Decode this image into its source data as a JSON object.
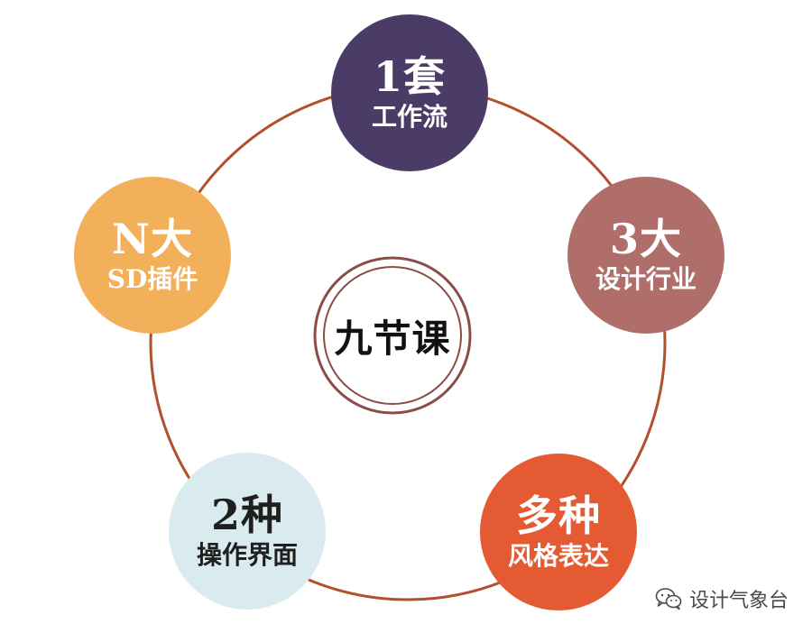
{
  "center": {
    "title": "九节课"
  },
  "nodes": [
    {
      "id": "top",
      "big": "1套",
      "small": "工作流",
      "color": "#4a3c66"
    },
    {
      "id": "right",
      "big": "3大",
      "small": "设计行业",
      "color": "#b06e6a"
    },
    {
      "id": "bottom-right",
      "big": "多种",
      "small": "风格表达",
      "color": "#e35a33"
    },
    {
      "id": "bottom-left",
      "big": "2种",
      "small": "操作界面",
      "color": "#d9ebee"
    },
    {
      "id": "left",
      "big": "N大",
      "small": "SD插件",
      "color": "#f2b05a"
    }
  ],
  "ring_color": "#b2502d",
  "watermark": {
    "icon": "wechat-icon",
    "text": "设计气象台"
  }
}
